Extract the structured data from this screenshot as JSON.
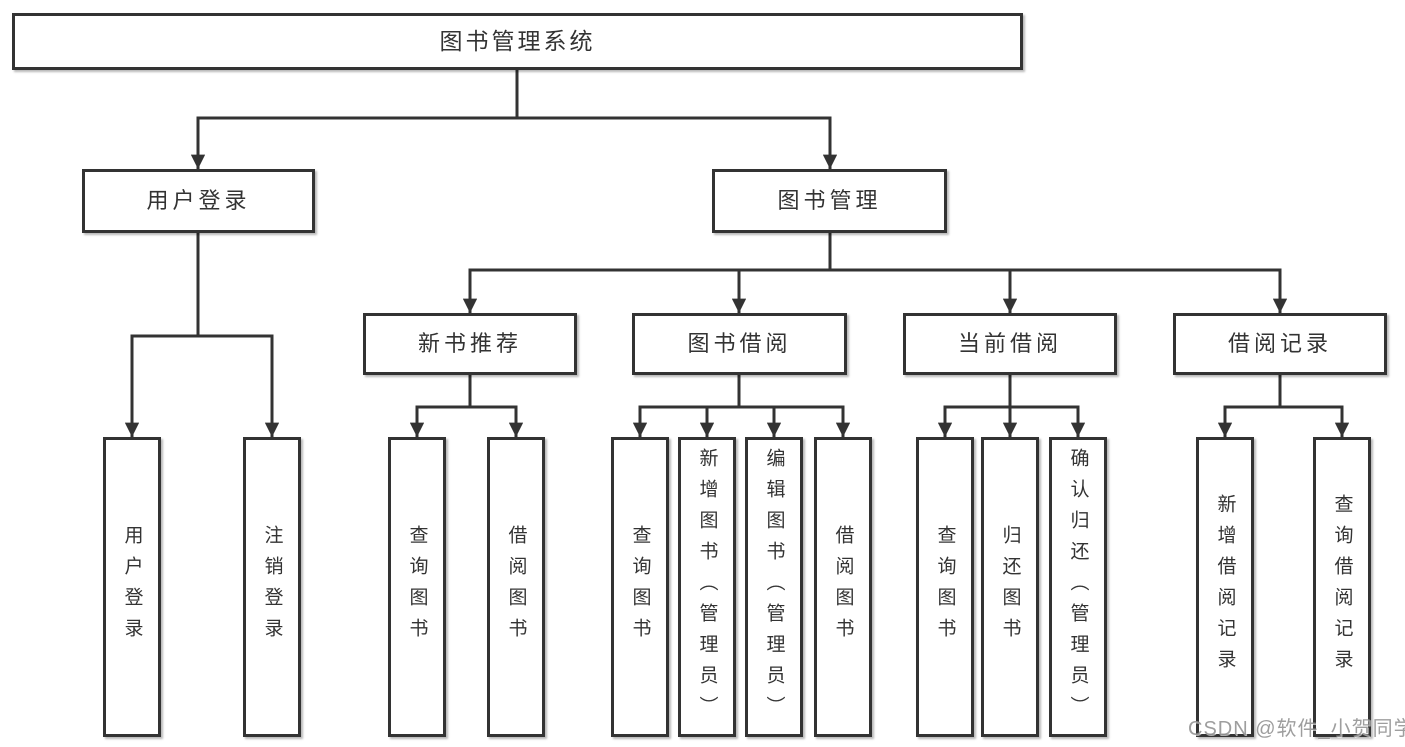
{
  "colors": {
    "line": "#333333",
    "box_border": "#333333",
    "box_fill": "#ffffff",
    "text": "#333333",
    "watermark_text_color": "#919191",
    "background": "#ffffff"
  },
  "diagram": {
    "title": "图书管理系统",
    "level2": [
      {
        "label": "用户登录"
      },
      {
        "label": "图书管理"
      }
    ],
    "level3": [
      {
        "label": "新书推荐"
      },
      {
        "label": "图书借阅"
      },
      {
        "label": "当前借阅"
      },
      {
        "label": "借阅记录"
      }
    ],
    "leaves": {
      "user_login": [
        "用户登录",
        "注销登录"
      ],
      "new_books": [
        "查询图书",
        "借阅图书"
      ],
      "book_borrow": [
        "查询图书",
        "新增图书（管理员）",
        "编辑图书（管理员）",
        "借阅图书"
      ],
      "current_borrow": [
        "查询图书",
        "归还图书",
        "确认归还（管理员）"
      ],
      "borrow_records": [
        "新增借阅记录",
        "查询借阅记录"
      ]
    }
  },
  "watermark": {
    "text": "CSDN @软件_小贺同学"
  }
}
